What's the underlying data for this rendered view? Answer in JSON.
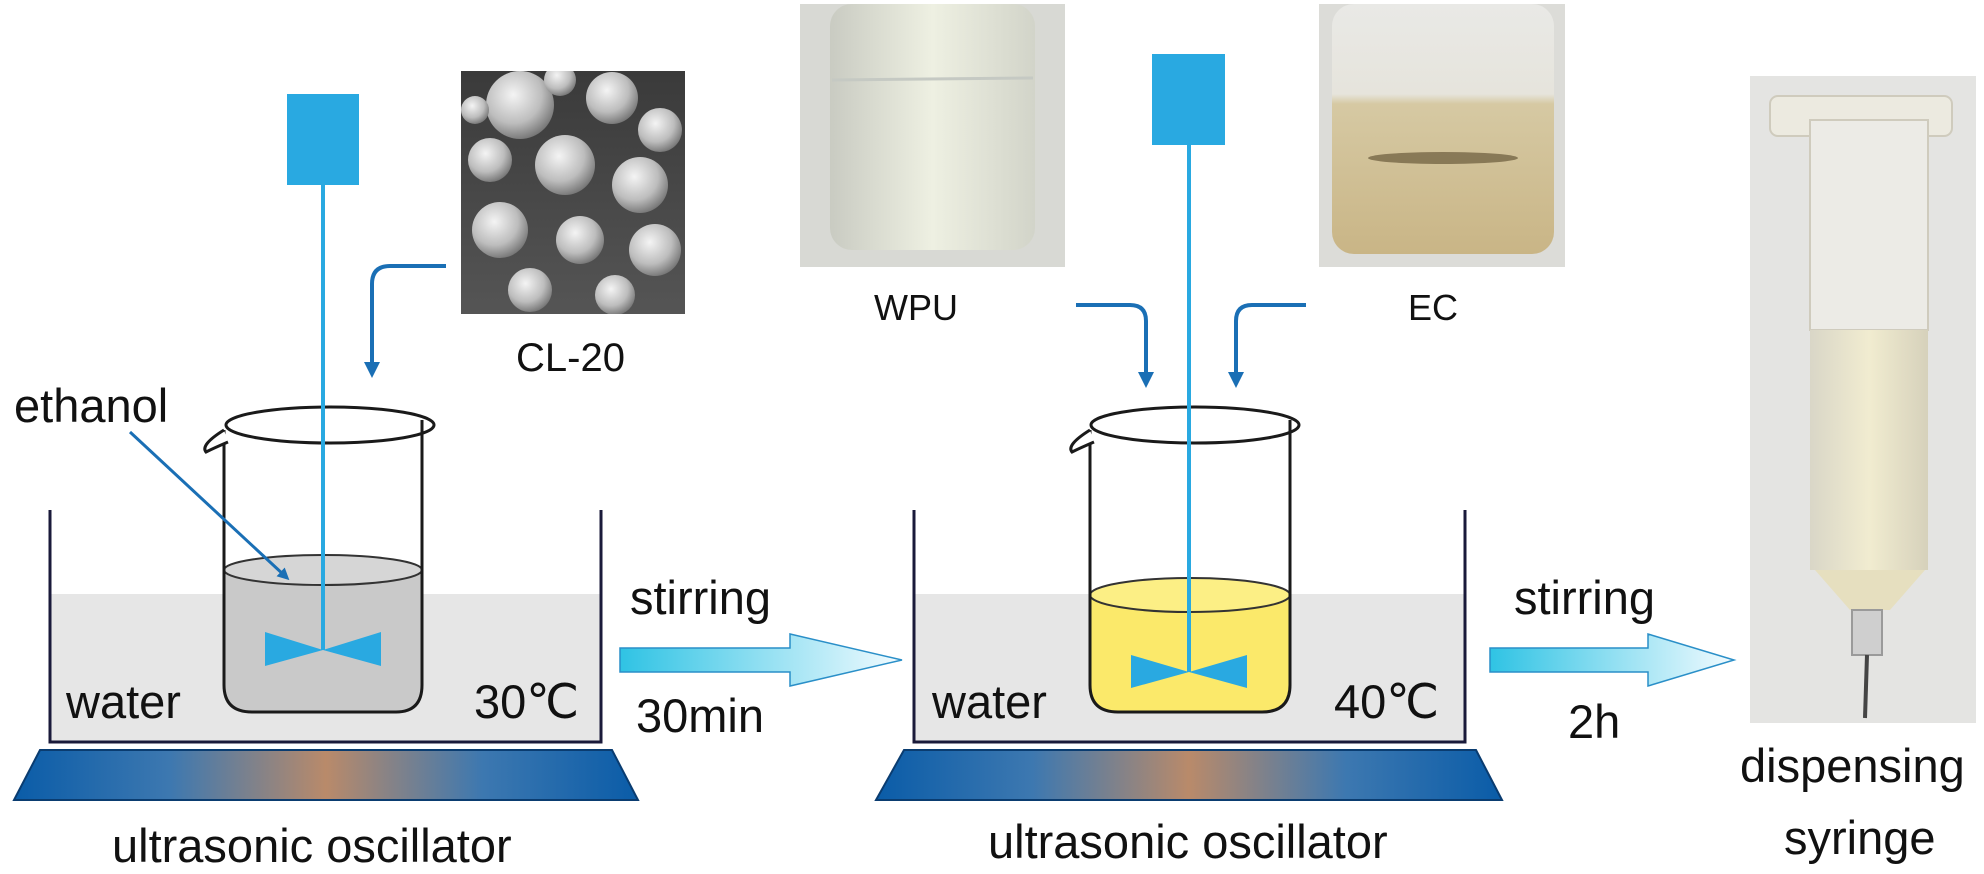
{
  "labels": {
    "ethanol": "ethanol",
    "cl20": "CL-20",
    "water_left": "water",
    "temp_left": "30℃",
    "stirring_1": "stirring",
    "time_1": "30min",
    "wpu": "WPU",
    "ec": "EC",
    "water_mid": "water",
    "temp_mid": "40℃",
    "stirring_2": "stirring",
    "time_2": "2h",
    "oscillator_left": "ultrasonic oscillator",
    "oscillator_mid": "ultrasonic oscillator",
    "syringe_line1": "dispensing",
    "syringe_line2": "syringe"
  },
  "colors": {
    "stirrer": "#29a9e1",
    "arrow": "#1a6fb5",
    "bath_water": "#e6e6e6",
    "ethanol_liquid": "#c9c9c9",
    "mixture_liquid": "#fbe96a",
    "oscillator_edge": "#0a5ca8",
    "oscillator_center": "#b98a6a",
    "flow_arrow_start": "#2fc3e4",
    "flow_arrow_end": "#f2fbff"
  },
  "icons": {
    "sem_image": "cl20-sem-micrograph",
    "wpu_photo": "wpu-vial-photo",
    "ec_photo": "ec-vial-photo",
    "syringe_photo": "dispensing-syringe-photo"
  }
}
